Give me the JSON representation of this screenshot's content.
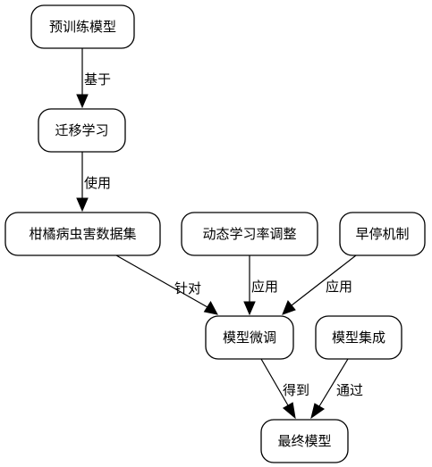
{
  "nodes": {
    "pretrained_model": "预训练模型",
    "transfer_learning": "迁移学习",
    "citrus_dataset": "柑橘病虫害数据集",
    "dynamic_lr": "动态学习率调整",
    "early_stopping": "早停机制",
    "fine_tuning": "模型微调",
    "ensemble": "模型集成",
    "final_model": "最终模型"
  },
  "edges": {
    "pretrained_to_transfer": "基于",
    "transfer_to_dataset": "使用",
    "dataset_to_finetune": "针对",
    "lr_to_finetune": "应用",
    "earlystop_to_finetune": "应用",
    "finetune_to_final": "得到",
    "ensemble_to_final": "通过"
  }
}
